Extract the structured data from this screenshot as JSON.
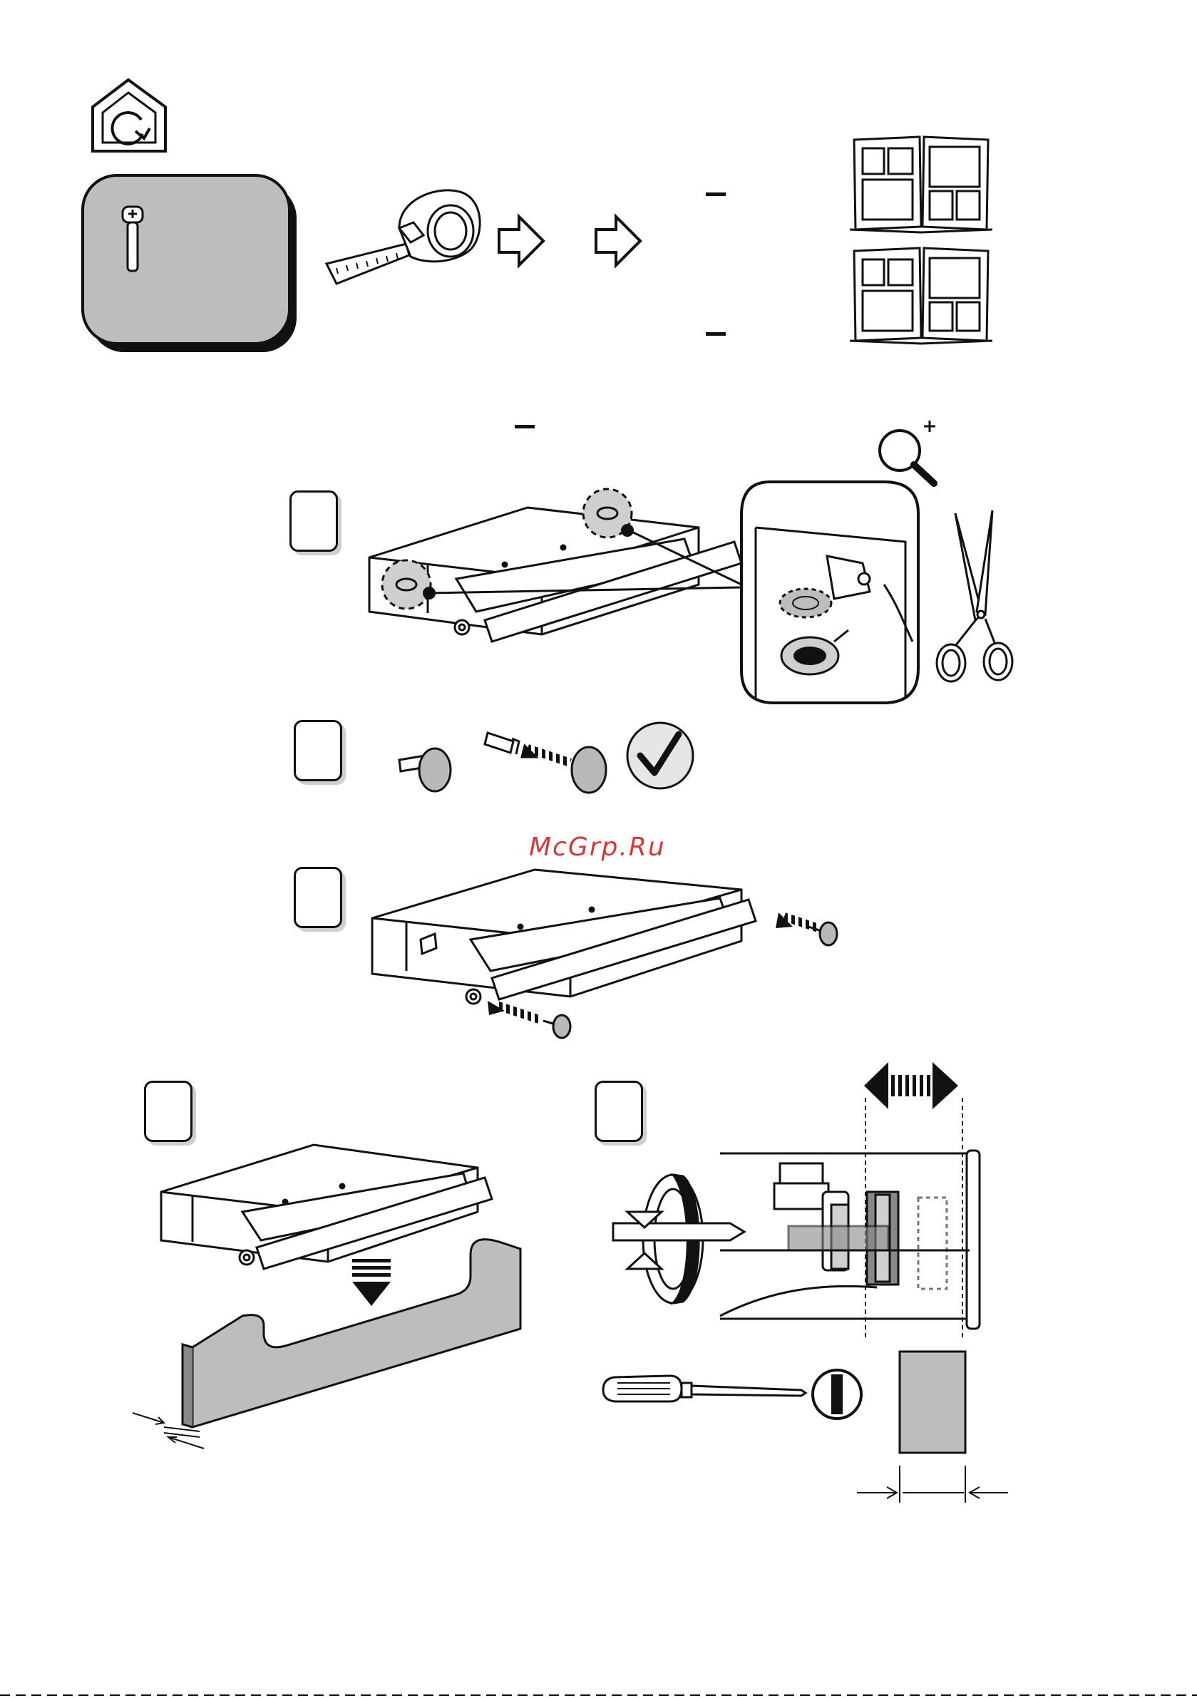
{
  "watermark": {
    "text": "McGrp.Ru",
    "color": "#d23a3a"
  },
  "colors": {
    "ink": "#111111",
    "part_gray": "#b9b9b9",
    "panel_gray": "#bdbdbd",
    "shadow": "#cfcfcf"
  },
  "icons": [
    "house-rotate-icon",
    "screw-icon",
    "tape-measure-icon",
    "arrow-right-icon",
    "manual-book-icon",
    "magnifier-plus-icon",
    "scissors-icon",
    "checkmark-icon",
    "screwdriver-icon",
    "flathead-slot-icon",
    "double-arrow-icon"
  ],
  "steps": [
    {
      "id": "step-1",
      "label": ""
    },
    {
      "id": "step-2",
      "label": ""
    },
    {
      "id": "step-3",
      "label": ""
    },
    {
      "id": "step-4",
      "label": ""
    },
    {
      "id": "step-5",
      "label": ""
    }
  ]
}
